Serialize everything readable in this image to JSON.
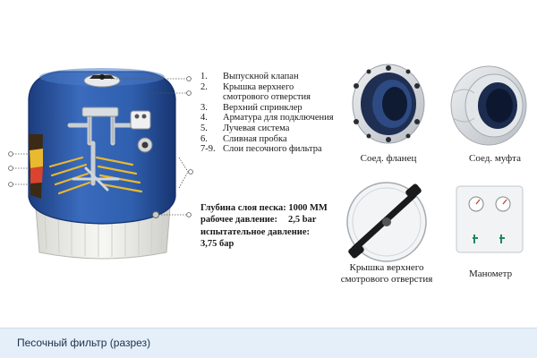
{
  "legend": [
    {
      "num": "1.",
      "text": "Выпускной клапан"
    },
    {
      "num": "2.",
      "text": "Крышка верхнего смотрового отверстия"
    },
    {
      "num": "3.",
      "text": "Верхний спринклер"
    },
    {
      "num": "4.",
      "text": "Арматура для подключения"
    },
    {
      "num": "5.",
      "text": "Лучевая система"
    },
    {
      "num": "6.",
      "text": "Сливная пробка"
    },
    {
      "num": "7-9.",
      "text": "Слои песочного фильтра"
    }
  ],
  "specs": {
    "depth": "Глубина слоя песка: 1000 ММ",
    "working_label": "рабочее давление:",
    "working_value": "2,5 bar",
    "test_label": "испытательное давление:",
    "test_value": "3,75 бар"
  },
  "components": {
    "flange": "Соед. фланец",
    "coupling": "Соед. муфта",
    "hatch_line1": "Крышка верхнего",
    "hatch_line2": "смотрового отверстия",
    "gauge": "Манометр"
  },
  "caption": "Песочный фильтр (разрез)",
  "colors": {
    "tank_blue": "#2f5fae",
    "tank_dark": "#1c3d7e",
    "base_white": "#f1f1ee",
    "pipe_grey": "#c9ced3",
    "sand_yellow": "#e9b92f",
    "footer_bg": "#e4eff9"
  }
}
